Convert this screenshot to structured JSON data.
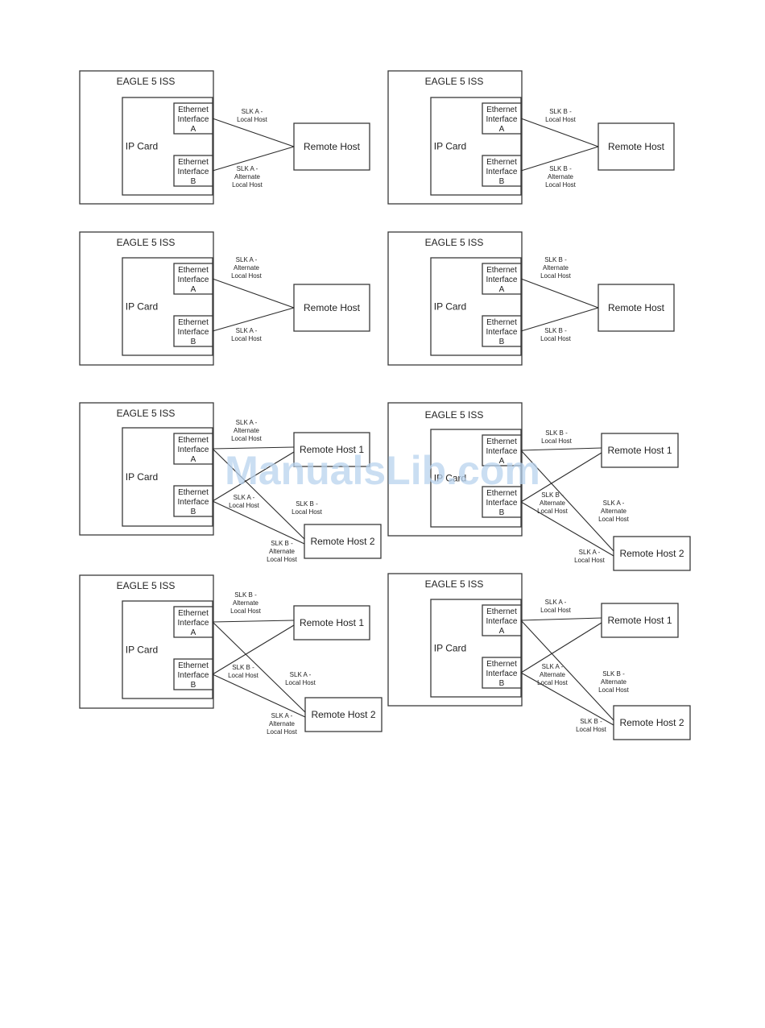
{
  "labels": {
    "eagle": "EAGLE 5 ISS",
    "ip_card": "IP Card",
    "ethernet": "Ethernet",
    "ethernet_alt": "Ethernet",
    "interface": "Interface",
    "port_a": "A",
    "port_b": "B",
    "remote_host": "Remote Host",
    "remote_host_1": "Remote Host 1",
    "remote_host_2": "Remote Host 2"
  },
  "watermark": "ManualsLib.com",
  "diagrams": [
    {
      "id": "d1",
      "hosts": [
        "Remote Host"
      ],
      "links": [
        {
          "from": "A",
          "to": 0,
          "label": [
            "SLK A -",
            "Local Host"
          ]
        },
        {
          "from": "B",
          "to": 0,
          "label": [
            "SLK A -",
            "Alternate",
            "Local Host"
          ]
        }
      ]
    },
    {
      "id": "d2",
      "hosts": [
        "Remote Host"
      ],
      "links": [
        {
          "from": "A",
          "to": 0,
          "label": [
            "SLK B -",
            "Local Host"
          ]
        },
        {
          "from": "B",
          "to": 0,
          "label": [
            "SLK B -",
            "Alternate",
            "Local Host"
          ]
        }
      ]
    },
    {
      "id": "d3",
      "hosts": [
        "Remote Host"
      ],
      "links": [
        {
          "from": "A",
          "to": 0,
          "label": [
            "SLK A -",
            "Alternate",
            "Local Host"
          ]
        },
        {
          "from": "B",
          "to": 0,
          "label": [
            "SLK A -",
            "Local Host"
          ]
        }
      ]
    },
    {
      "id": "d4",
      "hosts": [
        "Remote Host"
      ],
      "links": [
        {
          "from": "A",
          "to": 0,
          "label": [
            "SLK B -",
            "Alternate",
            "Local Host"
          ]
        },
        {
          "from": "B",
          "to": 0,
          "label": [
            "SLK B -",
            "Local Host"
          ]
        }
      ]
    },
    {
      "id": "d5",
      "hosts": [
        "Remote Host 1",
        "Remote Host 2"
      ],
      "links": [
        {
          "from": "A",
          "to": 0,
          "label": [
            "SLK A -",
            "Alternate",
            "Local Host"
          ]
        },
        {
          "from": "B",
          "to": 0,
          "label": [
            "SLK A -",
            "Local Host"
          ]
        },
        {
          "from": "A",
          "to": 1,
          "label": [
            "SLK B -",
            "Local Host"
          ]
        },
        {
          "from": "B",
          "to": 1,
          "label": [
            "SLK B -",
            "Alternate",
            "Local Host"
          ]
        }
      ]
    },
    {
      "id": "d6",
      "hosts": [
        "Remote Host 1",
        "Remote Host 2"
      ],
      "links": [
        {
          "from": "A",
          "to": 0,
          "label": [
            "SLK B -",
            "Local Host"
          ]
        },
        {
          "from": "B",
          "to": 0,
          "label": [
            "SLK B -",
            "Alternate",
            "Local Host"
          ]
        },
        {
          "from": "A",
          "to": 1,
          "label": [
            "SLK A -",
            "Alternate",
            "Local Host"
          ]
        },
        {
          "from": "B",
          "to": 1,
          "label": [
            "SLK A -",
            "Local Host"
          ]
        }
      ]
    },
    {
      "id": "d7",
      "hosts": [
        "Remote Host 1",
        "Remote Host 2"
      ],
      "links": [
        {
          "from": "A",
          "to": 0,
          "label": [
            "SLK B -",
            "Alternate",
            "Local Host"
          ]
        },
        {
          "from": "B",
          "to": 0,
          "label": [
            "SLK B -",
            "Local Host"
          ]
        },
        {
          "from": "A",
          "to": 1,
          "label": [
            "SLK A -",
            "Local Host"
          ]
        },
        {
          "from": "B",
          "to": 1,
          "label": [
            "SLK A -",
            "Alternate",
            "Local Host"
          ]
        }
      ]
    },
    {
      "id": "d8",
      "hosts": [
        "Remote Host 1",
        "Remote Host 2"
      ],
      "links": [
        {
          "from": "A",
          "to": 0,
          "label": [
            "SLK A -",
            "Local Host"
          ]
        },
        {
          "from": "B",
          "to": 0,
          "label": [
            "SLK A -",
            "Alternate",
            "Local Host"
          ]
        },
        {
          "from": "A",
          "to": 1,
          "label": [
            "SLK B -",
            "Alternate",
            "Local Host"
          ]
        },
        {
          "from": "B",
          "to": 1,
          "label": [
            "SLK B -",
            "Local Host"
          ]
        }
      ]
    }
  ]
}
